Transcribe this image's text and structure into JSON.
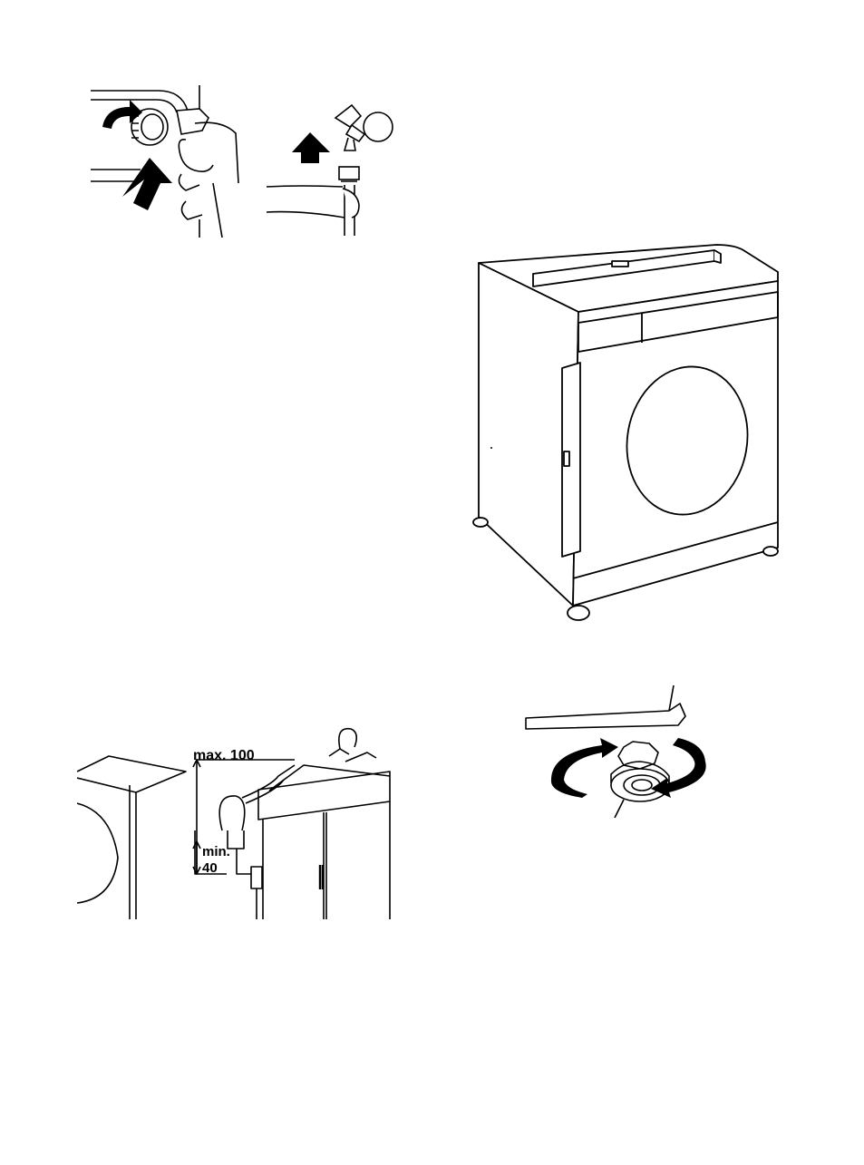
{
  "drain_figure": {
    "max_label": "max. 100",
    "min_label_line1": "min.",
    "min_label_line2": "40"
  },
  "colors": {
    "ink": "#000000",
    "paper": "#ffffff"
  },
  "icons": [
    "rotate-arrow-icon",
    "up-arrow-icon",
    "rotate-double-arrow-icon"
  ]
}
